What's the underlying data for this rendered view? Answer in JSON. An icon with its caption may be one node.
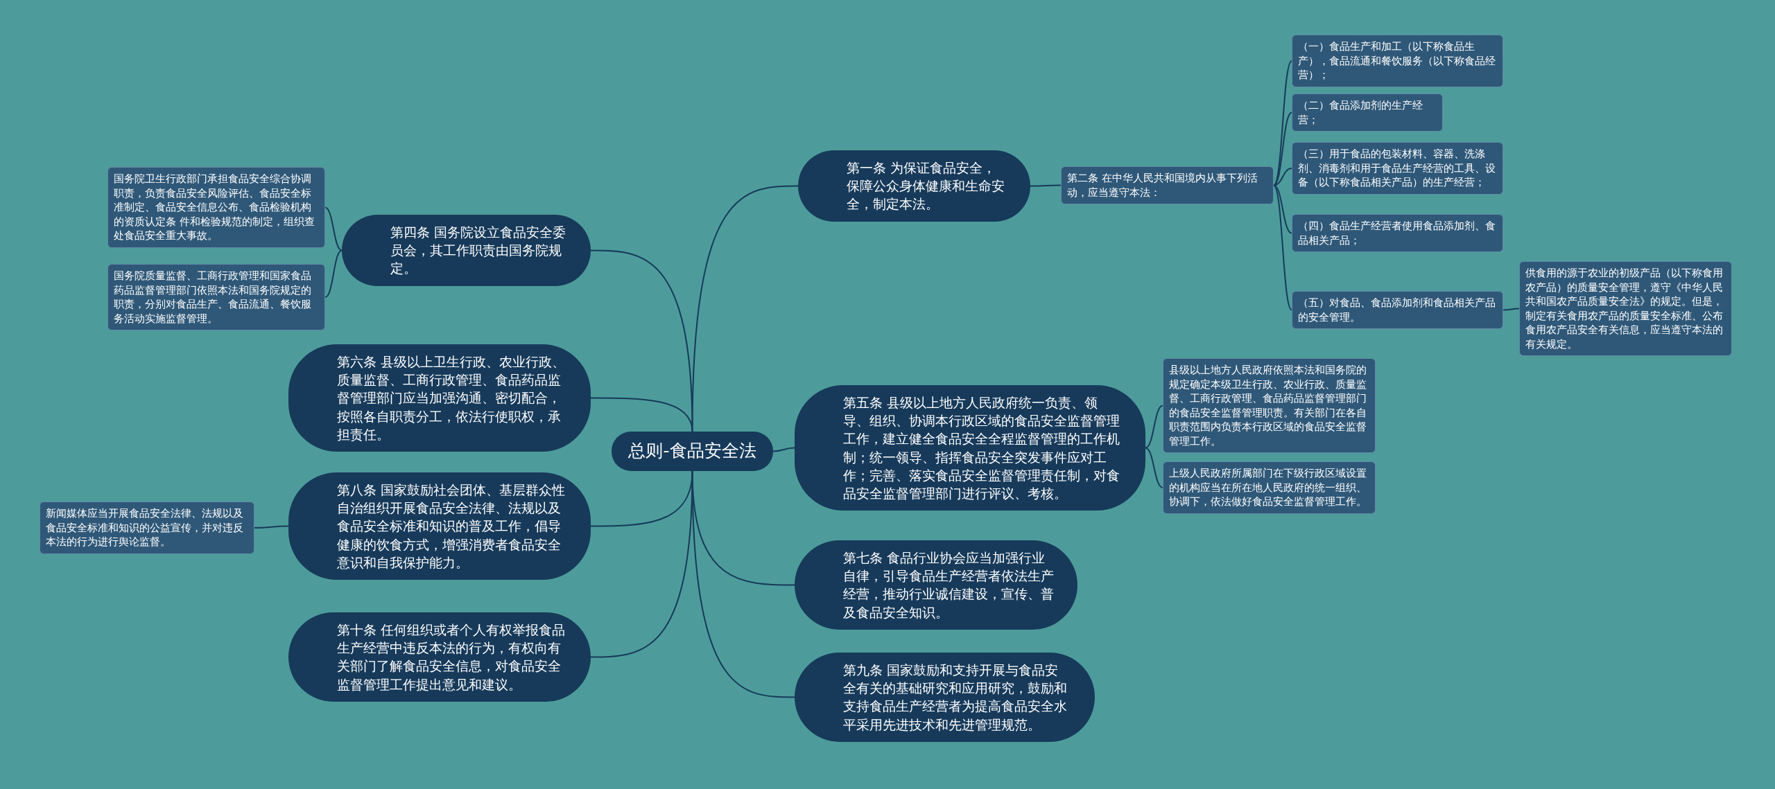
{
  "diagram": {
    "nodes": [
      {
        "text": [
          "总则-食品安全法"
        ]
      },
      {
        "text": [
          "第一条 为保证食品安全，保障公众身体健康和生命安全，制定本法。"
        ]
      },
      {
        "text": [
          "第二条 在中华人民共和国境内从事下列活动，应当遵守本法："
        ]
      },
      {
        "text": [
          "（一）食品生产和加工（以下称食品生产），食品流通和餐饮服务（以下称食品经营）；"
        ]
      },
      {
        "text": [
          "（二）食品添加剂的生产经营；"
        ]
      },
      {
        "text": [
          "（三）用于食品的包装材料、容器、洗涤剂、消毒剂和用于食品生产经营的工具、设备（以下称食品相关产品）的生产经营；"
        ]
      },
      {
        "text": [
          "（四）食品生产经营者使用食品添加剂、食品相关产品；"
        ]
      },
      {
        "text": [
          "（五）对食品、食品添加剂和食品相关产品的安全管理。"
        ]
      },
      {
        "text": [
          "供食用的源于农业的初级产品（以下称食用农产品）的质量安全管理，遵守《中华人民共和国农产品质量安全法》的规定。但是，制定有关食用农产品的质量安全标准、公布食用农产品安全有关信息，应当遵守本法的有关规定。"
        ]
      },
      {
        "text": [
          "第五条 县级以上地方人民政府统一负责、领导、组织、协调本行政区域的食品安全监督管理工作，建立健全食品安全全程监督管理的工作机制；统一领导、指挥食品安全突发事件应对工作；完善、落实食品安全监督管理责任制，对食品安全监督管理部门进行评议、考核。"
        ]
      },
      {
        "text": [
          "县级以上地方人民政府依照本法和国务院的规定确定本级卫生行政、农业行政、质量监督、工商行政管理、食品药品监督管理部门的食品安全监督管理职责。有关部门在各自职责范围内负责本行政区域的食品安全监督管理工作。"
        ]
      },
      {
        "text": [
          "上级人民政府所属部门在下级行政区域设置的机构应当在所在地人民政府的统一组织、协调下，依法做好食品安全监督管理工作。"
        ]
      },
      {
        "text": [
          "第七条 食品行业协会应当加强行业自律，引导食品生产经营者依法生产经营，推动行业诚信建设，宣传、普及食品安全知识。"
        ]
      },
      {
        "text": [
          "第九条 国家鼓励和支持开展与食品安全有关的基础研究和应用研究，鼓励和支持食品生产经营者为提高食品安全水平采用先进技术和先进管理规范。"
        ]
      },
      {
        "text": [
          "第四条 国务院设立食品安全委员会，其工作职责由国务院规定。"
        ]
      },
      {
        "text": [
          "国务院卫生行政部门承担食品安全综合协调职责，负责食品安全风险评估、食品安全标准制定、食品安全信息公布、食品检验机构的资质认定条 件和检验规范的制定，组织查处食品安全重大事故。"
        ]
      },
      {
        "text": [
          "国务院质量监督、工商行政管理和国家食品药品监督管理部门依照本法和国务院规定的职责，分别对食品生产、食品流通、餐饮服务活动实施监督管理。"
        ]
      },
      {
        "text": [
          "第六条 县级以上卫生行政、农业行政、质量监督、工商行政管理、食品药品监督管理部门应当加强沟通、密切配合，按照各自职责分工，依法行使职权，承担责任。"
        ]
      },
      {
        "text": [
          "第八条 国家鼓励社会团体、基层群众性自治组织开展食品安全法律、法规以及食品安全标准和知识的普及工作，倡导健康的饮食方式，增强消费者食品安全意识和自我保护能力。"
        ]
      },
      {
        "text": [
          "新闻媒体应当开展食品安全法律、法规以及食品安全标准和知识的公益宣传，并对违反本法的行为进行舆论监督。"
        ]
      },
      {
        "text": [
          "第十条 任何组织或者个人有权举报食品生产经营中违反本法的行为，有权向有关部门了解食品安全信息，对食品安全监督管理工作提出意见和建议。"
        ]
      }
    ],
    "edges": [
      {
        "from": 0,
        "to": 1,
        "arrow": "none"
      },
      {
        "from": 1,
        "to": 2,
        "arrow": "none"
      },
      {
        "from": 2,
        "to": 3,
        "arrow": "none"
      },
      {
        "from": 2,
        "to": 4,
        "arrow": "none"
      },
      {
        "from": 2,
        "to": 5,
        "arrow": "none"
      },
      {
        "from": 2,
        "to": 6,
        "arrow": "none"
      },
      {
        "from": 2,
        "to": 7,
        "arrow": "none"
      },
      {
        "from": 7,
        "to": 8,
        "arrow": "none"
      },
      {
        "from": 0,
        "to": 9,
        "arrow": "none"
      },
      {
        "from": 9,
        "to": 10,
        "arrow": "none"
      },
      {
        "from": 9,
        "to": 11,
        "arrow": "none"
      },
      {
        "from": 0,
        "to": 12,
        "arrow": "none"
      },
      {
        "from": 0,
        "to": 13,
        "arrow": "none"
      },
      {
        "from": 0,
        "to": 14,
        "arrow": "none"
      },
      {
        "from": 14,
        "to": 15,
        "arrow": "none"
      },
      {
        "from": 14,
        "to": 16,
        "arrow": "none"
      },
      {
        "from": 0,
        "to": 17,
        "arrow": "none"
      },
      {
        "from": 0,
        "to": 18,
        "arrow": "none"
      },
      {
        "from": 18,
        "to": 19,
        "arrow": "none"
      },
      {
        "from": 0,
        "to": 20,
        "arrow": "none"
      }
    ]
  }
}
